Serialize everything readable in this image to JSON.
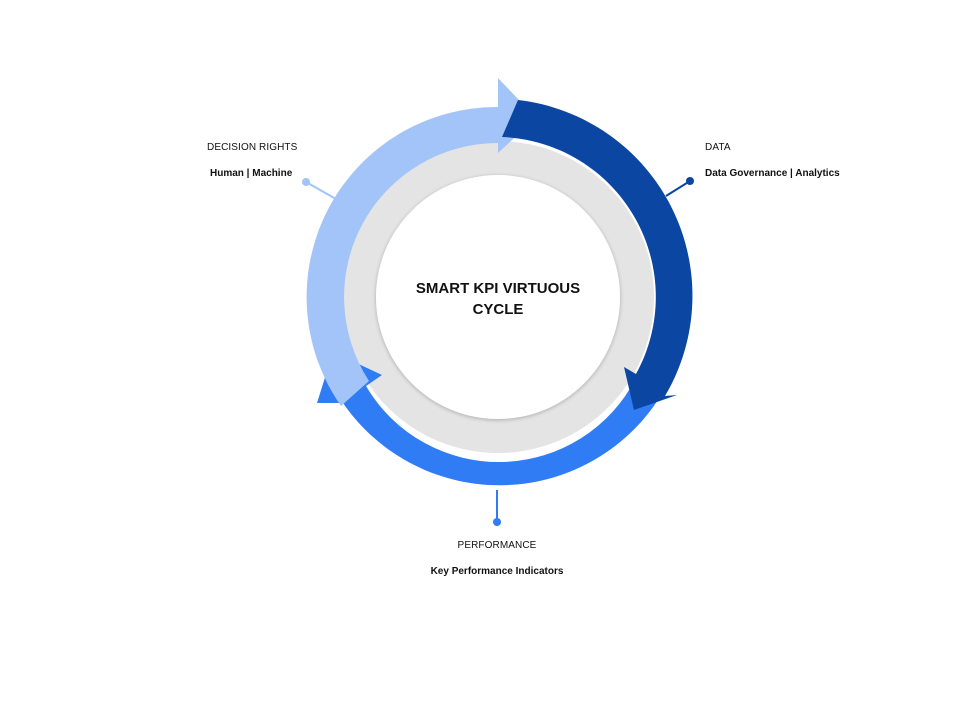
{
  "diagram": {
    "title": "SMART KPI VIRTUOUS CYCLE",
    "title_line1": "SMART KPI VIRTUOUS",
    "title_line2": "CYCLE",
    "colors": {
      "light_blue": "#a2c4f8",
      "dark_blue": "#0b46a2",
      "medium_blue": "#2f7cf4",
      "gray_ring": "#e4e4e4",
      "center": "#ffffff"
    },
    "segments": [
      {
        "name": "DECISION RIGHTS",
        "detail": "Human | Machine",
        "color": "#a2c4f8",
        "position": "top-left"
      },
      {
        "name": "DATA",
        "detail": "Data Governance | Analytics",
        "color": "#0b46a2",
        "position": "top-right"
      },
      {
        "name": "PERFORMANCE",
        "detail": "Key Performance Indicators",
        "color": "#2f7cf4",
        "position": "bottom"
      }
    ]
  }
}
